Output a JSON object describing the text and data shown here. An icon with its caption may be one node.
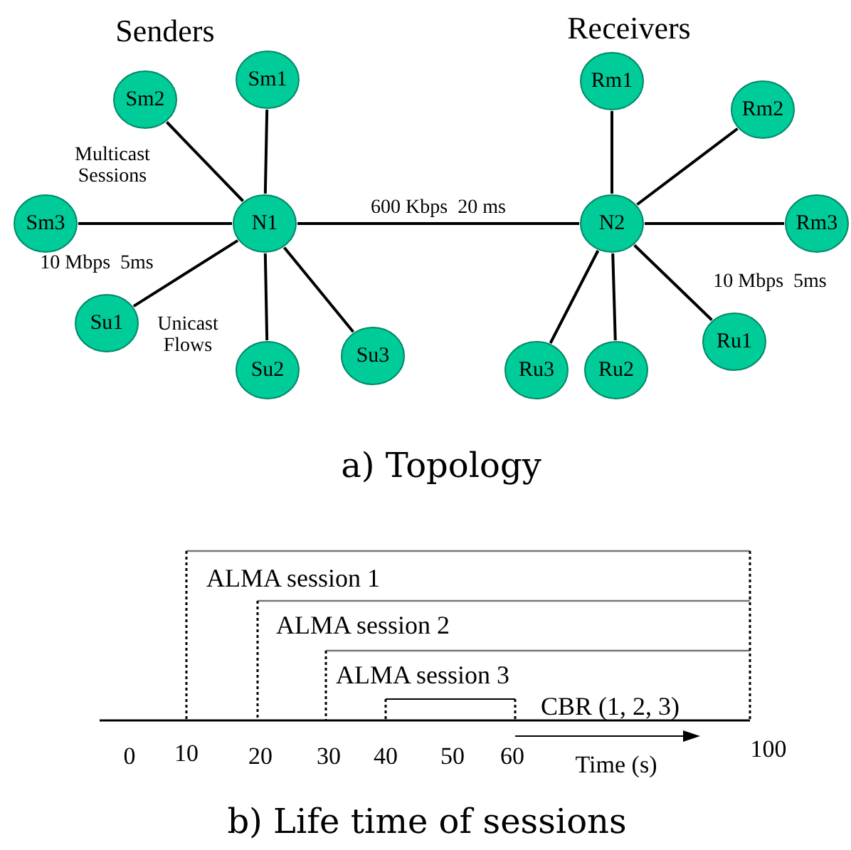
{
  "diagram": {
    "nodes": [
      {
        "text": [
          "Sm1"
        ]
      },
      {
        "text": [
          "Sm2"
        ]
      },
      {
        "text": [
          "Sm3"
        ]
      },
      {
        "text": [
          "N1"
        ]
      },
      {
        "text": [
          "Su1"
        ]
      },
      {
        "text": [
          "Su2"
        ]
      },
      {
        "text": [
          "Su3"
        ]
      },
      {
        "text": [
          "Rm1"
        ]
      },
      {
        "text": [
          "Rm2"
        ]
      },
      {
        "text": [
          "N2"
        ]
      },
      {
        "text": [
          "Rm3"
        ]
      },
      {
        "text": [
          "Ru1"
        ]
      },
      {
        "text": [
          "Ru3"
        ]
      },
      {
        "text": [
          "Ru2"
        ]
      }
    ],
    "edges": [
      {
        "from": 3,
        "to": 0,
        "arrow": "none"
      },
      {
        "from": 3,
        "to": 1,
        "arrow": "none"
      },
      {
        "from": 3,
        "to": 2,
        "arrow": "none"
      },
      {
        "from": 3,
        "to": 4,
        "arrow": "none"
      },
      {
        "from": 3,
        "to": 5,
        "arrow": "none"
      },
      {
        "from": 3,
        "to": 6,
        "arrow": "none"
      },
      {
        "from": 3,
        "to": 9,
        "arrow": "none",
        "label": "600 Kbps  20 ms"
      },
      {
        "from": 9,
        "to": 7,
        "arrow": "none"
      },
      {
        "from": 9,
        "to": 8,
        "arrow": "none"
      },
      {
        "from": 9,
        "to": 10,
        "arrow": "none"
      },
      {
        "from": 9,
        "to": 11,
        "arrow": "none"
      },
      {
        "from": 9,
        "to": 12,
        "arrow": "none"
      },
      {
        "from": 9,
        "to": 13,
        "arrow": "none"
      }
    ],
    "labels": [
      "Senders",
      "Receivers",
      "Multicast Sessions",
      "10 Mbps  5ms",
      "Unicast Flows",
      "10 Mbps  5ms",
      "a) Topology",
      "ALMA session 1",
      "ALMA session 2",
      "ALMA session 3",
      "CBR (1, 2, 3)",
      "0",
      "10",
      "20",
      "30",
      "40",
      "50",
      "60",
      "100",
      "Time (s)",
      "b) Life time of sessions"
    ]
  }
}
